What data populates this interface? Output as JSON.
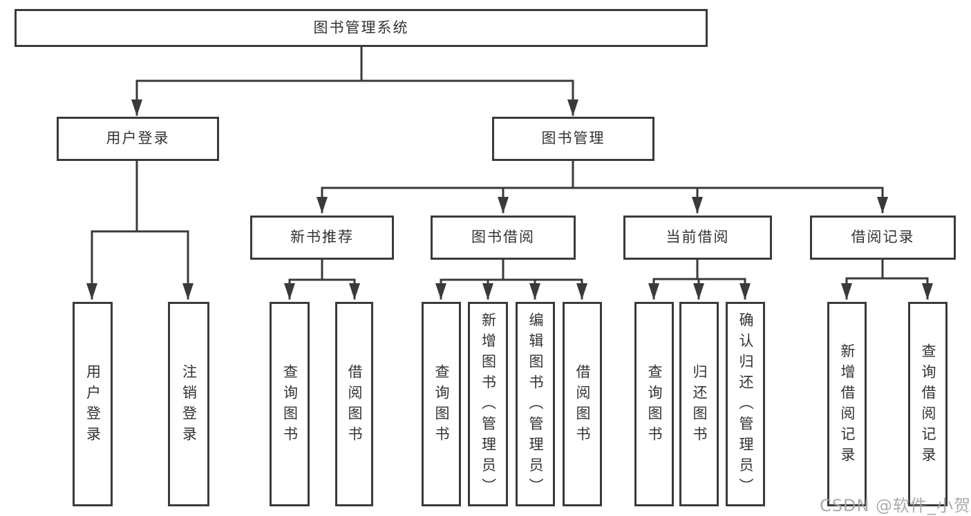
{
  "diagram": {
    "root": "图书管理系统",
    "branches": [
      {
        "label": "用户登录",
        "children": [
          "用户登录",
          "注销登录"
        ]
      },
      {
        "label": "图书管理",
        "groups": [
          {
            "label": "新书推荐",
            "children": [
              "查询图书",
              "借阅图书"
            ]
          },
          {
            "label": "图书借阅",
            "children": [
              "查询图书",
              "新增图书（管理员）",
              "编辑图书（管理员）",
              "借阅图书"
            ]
          },
          {
            "label": "当前借阅",
            "children": [
              "查询图书",
              "归还图书",
              "确认归还（管理员）"
            ]
          },
          {
            "label": "借阅记录",
            "children": [
              "新增借阅记录",
              "查询借阅记录"
            ]
          }
        ]
      }
    ],
    "watermark": "CSDN @软件_小贺同学",
    "colors": {
      "line": "#3a3a3a",
      "text": "#333333",
      "background": "#ffffff",
      "watermark": "#a4a4a4"
    }
  }
}
